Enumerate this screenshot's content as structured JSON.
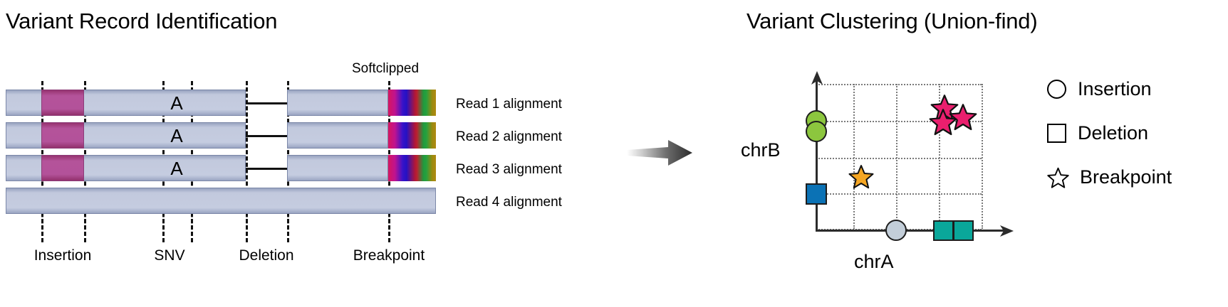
{
  "left": {
    "title": "Variant Record Identification",
    "softclip_label": "Softclipped",
    "snv_base": "A",
    "reads": [
      {
        "label": "Read 1 alignment",
        "has_softclip": true,
        "has_insertion": true,
        "has_snv": true,
        "has_deletion": true
      },
      {
        "label": "Read 2 alignment",
        "has_softclip": true,
        "has_insertion": true,
        "has_snv": true,
        "has_deletion": true
      },
      {
        "label": "Read 3 alignment",
        "has_softclip": true,
        "has_insertion": true,
        "has_snv": true,
        "has_deletion": true
      },
      {
        "label": "Read 4 alignment",
        "has_softclip": false,
        "has_insertion": false,
        "has_snv": false,
        "has_deletion": false
      }
    ],
    "feature_labels": [
      "Insertion",
      "SNV",
      "Deletion",
      "Breakpoint"
    ],
    "colors": {
      "read_fill": "#c2c9dd",
      "read_border": "#7b87a8",
      "insertion": "#b4539a",
      "softclip_start": "#d6165f"
    }
  },
  "arrow": {
    "name": "flow-arrow"
  },
  "right": {
    "title": "Variant Clustering (Union-find)",
    "x_axis_label": "chrA",
    "y_axis_label": "chrB",
    "legend": [
      {
        "label": "Insertion",
        "shape": "circle"
      },
      {
        "label": "Deletion",
        "shape": "square"
      },
      {
        "label": "Breakpoint",
        "shape": "star"
      }
    ],
    "colors": {
      "insertion_green": "#8cc63e",
      "insertion_gray": "#c3ced9",
      "deletion_blue": "#0b72b5",
      "deletion_teal": "#0aa79a",
      "breakpoint_pink": "#ea1f6e",
      "breakpoint_orange": "#f5a623"
    }
  },
  "chart_data": {
    "type": "scatter",
    "title": "Variant Clustering (Union-find)",
    "xlabel": "chrA",
    "ylabel": "chrB",
    "grid": true,
    "xlim": [
      0,
      5
    ],
    "ylim": [
      0,
      5
    ],
    "legend_position": "right",
    "series": [
      {
        "name": "Insertion",
        "shape": "circle",
        "points": [
          {
            "x": 0,
            "y": 3.65,
            "color": "#8cc63e"
          },
          {
            "x": 0,
            "y": 3.35,
            "color": "#8cc63e"
          },
          {
            "x": 2.0,
            "y": 0,
            "color": "#c3ced9"
          }
        ]
      },
      {
        "name": "Deletion",
        "shape": "square",
        "points": [
          {
            "x": 0,
            "y": 1.2,
            "color": "#0b72b5"
          },
          {
            "x": 3.25,
            "y": 0,
            "color": "#0aa79a"
          },
          {
            "x": 3.6,
            "y": 0,
            "color": "#0aa79a"
          }
        ]
      },
      {
        "name": "Breakpoint",
        "shape": "star",
        "points": [
          {
            "x": 3.55,
            "y": 3.6,
            "color": "#ea1f6e"
          },
          {
            "x": 3.9,
            "y": 3.45,
            "color": "#ea1f6e"
          },
          {
            "x": 3.5,
            "y": 3.3,
            "color": "#ea1f6e"
          },
          {
            "x": 1.85,
            "y": 1.75,
            "color": "#f5a623"
          }
        ]
      }
    ]
  }
}
